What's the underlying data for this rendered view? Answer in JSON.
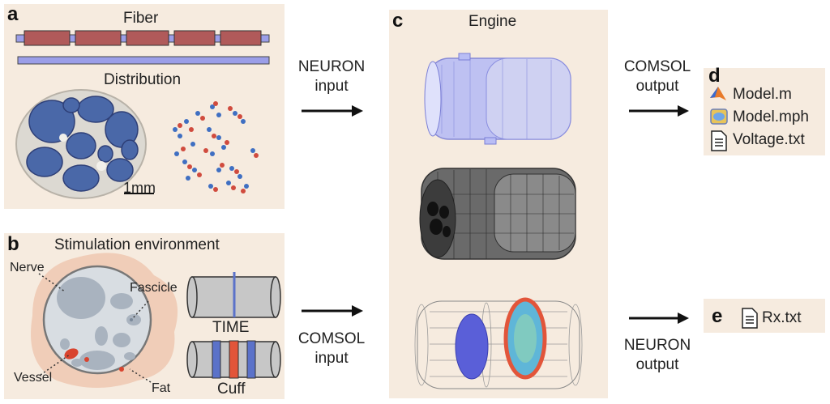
{
  "panels": {
    "a": {
      "label": "a",
      "fiber_title": "Fiber",
      "distribution_title": "Distribution",
      "scale_bar": "1mm"
    },
    "b": {
      "label": "b",
      "title": "Stimulation environment",
      "nerve": "Nerve",
      "fascicle": "Fascicle",
      "vessel": "Vessel",
      "fat": "Fat",
      "time": "TIME",
      "cuff": "Cuff"
    },
    "c": {
      "label": "c",
      "title": "Engine"
    },
    "d": {
      "label": "d",
      "files": [
        "Model.m",
        "Model.mph",
        "Voltage.txt"
      ]
    },
    "e": {
      "label": "e",
      "files": [
        "Rx.txt"
      ]
    }
  },
  "arrows": {
    "neuron_input": [
      "NEURON",
      "input"
    ],
    "comsol_input": [
      "COMSOL",
      "input"
    ],
    "comsol_output": [
      "COMSOL",
      "output"
    ],
    "neuron_output": [
      "NEURON",
      "output"
    ]
  },
  "colors": {
    "panel_bg": "#f6ebdf",
    "node_blue": "#9b9ee8",
    "internode_red": "#b05a5a",
    "fascicle_blue": "#4a68a8",
    "cuff_red": "#e2553a",
    "cuff_blue": "#5b72c9"
  }
}
